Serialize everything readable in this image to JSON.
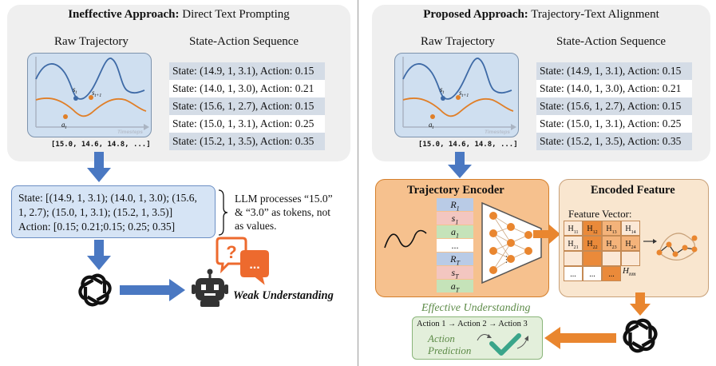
{
  "left": {
    "title_bold": "Ineffective Approach:",
    "title_rest": " Direct Text Prompting",
    "raw_trajectory": "Raw Trajectory",
    "state_action_sequence": "State-Action Sequence",
    "chart_caption": "[15.0, 14.6, 14.8, ...]",
    "chart_labels": {
      "s_t": "s",
      "s_t_sub": "t",
      "s_t1": "s",
      "s_t1_sub": "t+1",
      "a_t": "a",
      "a_t_sub": "t",
      "timesteps": "Timesteps"
    },
    "sequence": [
      "State: (14.9, 1, 3.1), Action: 0.15",
      "State: (14.0, 1, 3.0), Action: 0.21",
      "State: (15.6, 1, 2.7), Action: 0.15",
      "State: (15.0, 1, 3.1), Action: 0.25",
      "State: (15.2, 1, 3.5), Action: 0.35"
    ],
    "prompt_lines": [
      "State: [(14.9, 1, 3.1); (14.0, 1, 3.0); (15.6,",
      "1, 2.7); (15.0, 1, 3.1); (15.2, 1, 3.5)]",
      "Action: [0.15; 0.21;0.15; 0.25; 0.35]"
    ],
    "note_lines": [
      "LLM processes “15.0”",
      "& “3.0” as tokens, not",
      "as values."
    ],
    "weak_understanding": "Weak Understanding",
    "question_mark": "?",
    "dots": "..."
  },
  "right": {
    "title_bold": "Proposed Approach:",
    "title_rest": " Trajectory-Text Alignment",
    "raw_trajectory": "Raw Trajectory",
    "state_action_sequence": "State-Action Sequence",
    "chart_caption": "[15.0, 14.6, 14.8, ...]",
    "chart_labels": {
      "s_t": "s",
      "s_t_sub": "t",
      "s_t1": "s",
      "s_t1_sub": "t+1",
      "a_t": "a",
      "a_t_sub": "t",
      "timesteps": "Timesteps"
    },
    "sequence": [
      "State: (14.9, 1, 3.1), Action: 0.15",
      "State: (14.0, 1, 3.0), Action: 0.21",
      "State: (15.6, 1, 2.7), Action: 0.15",
      "State: (15.0, 1, 3.1), Action: 0.25",
      "State: (15.2, 1, 3.5), Action: 0.35"
    ],
    "trajectory_encoder": "Trajectory Encoder",
    "tokens": [
      {
        "v": "R",
        "s": "1"
      },
      {
        "v": "s",
        "s": "1"
      },
      {
        "v": "a",
        "s": "1"
      },
      {
        "v": "...",
        "s": ""
      },
      {
        "v": "R",
        "s": "T"
      },
      {
        "v": "s",
        "s": "T"
      },
      {
        "v": "a",
        "s": "T"
      }
    ],
    "nn_dots": "⋮",
    "encoded_feature": "Encoded Feature",
    "feature_vector": "Feature Vector:",
    "fv_row1": [
      {
        "v": "H",
        "s": "11"
      },
      {
        "v": "H",
        "s": "12"
      },
      {
        "v": "H",
        "s": "13"
      },
      {
        "v": "H",
        "s": "14"
      }
    ],
    "fv_row2": [
      {
        "v": "H",
        "s": "21"
      },
      {
        "v": "H",
        "s": "22"
      },
      {
        "v": "H",
        "s": "23"
      },
      {
        "v": "H",
        "s": "24"
      }
    ],
    "fv_row4": [
      "...",
      "...",
      "...",
      ""
    ],
    "fv_last": {
      "v": "H",
      "s": "nm"
    },
    "effective_understanding": "Effective Understanding",
    "action_chain": [
      "Action 1",
      "Action 2",
      "Action 3"
    ],
    "action_prediction": [
      "Action",
      "Prediction"
    ]
  }
}
